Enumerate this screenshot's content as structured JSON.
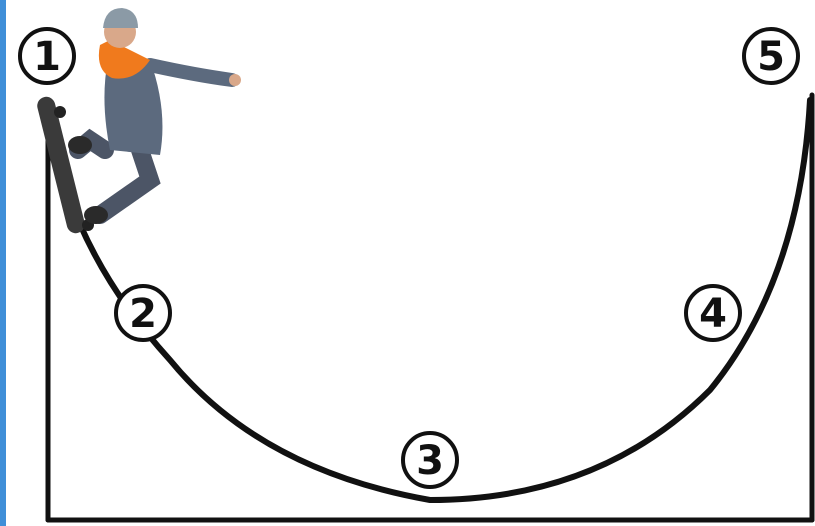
{
  "diagram": {
    "markers": [
      {
        "label": "1"
      },
      {
        "label": "2"
      },
      {
        "label": "3"
      },
      {
        "label": "4"
      },
      {
        "label": "5"
      }
    ],
    "figure": "skateboarder-illustration"
  },
  "colors": {
    "ramp": "#111111",
    "background": "#ffffff",
    "left_edge_tint": "#3f8fd8",
    "scarf": "#f07a1d",
    "clothing": "#5c6a7e",
    "skin": "#d9a88a",
    "beanie": "#8b9aa6",
    "board": "#3a3a3a"
  }
}
